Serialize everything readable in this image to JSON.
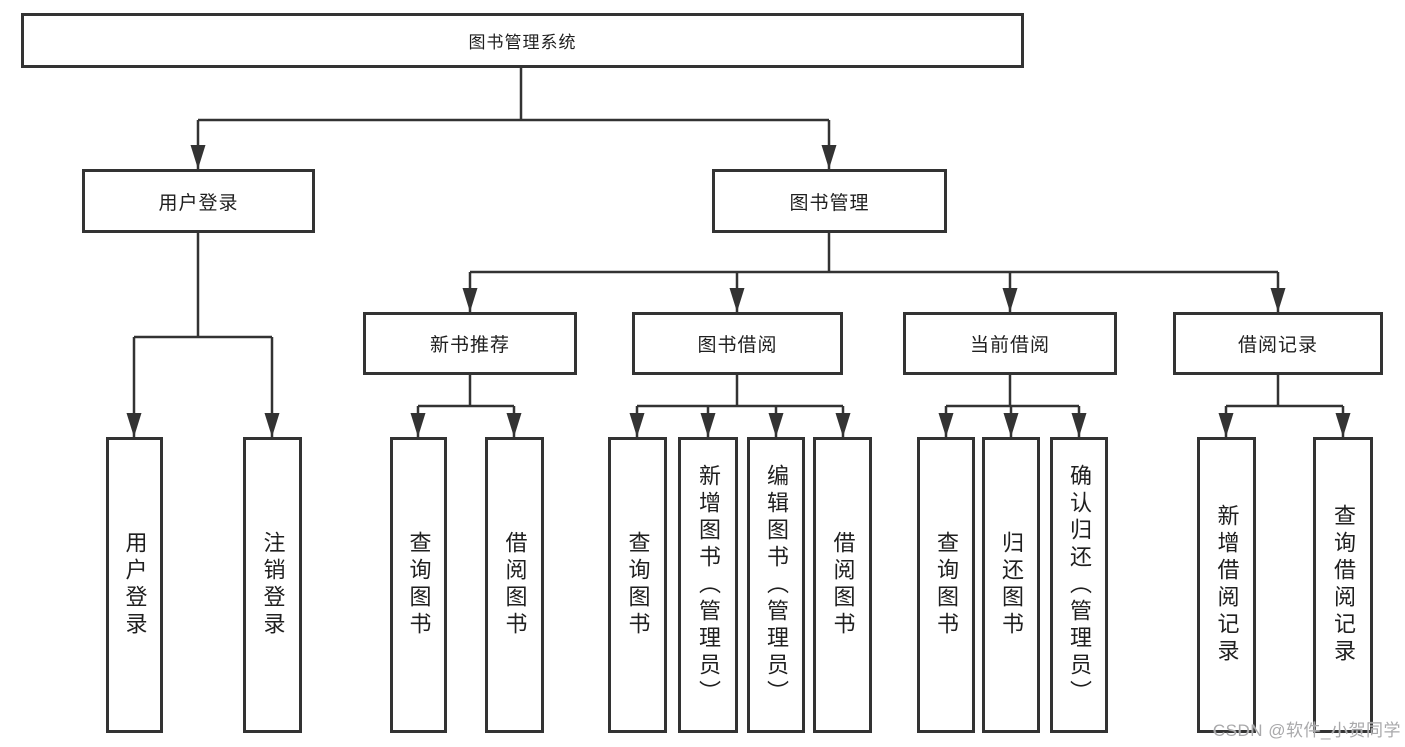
{
  "diagram": {
    "title": "图书管理系统",
    "root": {
      "label": "图书管理系统"
    },
    "level2": [
      {
        "label": "用户登录"
      },
      {
        "label": "图书管理"
      }
    ],
    "level3": [
      {
        "label": "新书推荐"
      },
      {
        "label": "图书借阅"
      },
      {
        "label": "当前借阅"
      },
      {
        "label": "借阅记录"
      }
    ],
    "leaves": [
      {
        "label": "用户登录"
      },
      {
        "label": "注销登录"
      },
      {
        "label": "查询图书"
      },
      {
        "label": "借阅图书"
      },
      {
        "label": "查询图书"
      },
      {
        "label": "新增图书（管理员）"
      },
      {
        "label": "编辑图书（管理员）"
      },
      {
        "label": "借阅图书"
      },
      {
        "label": "查询图书"
      },
      {
        "label": "归还图书"
      },
      {
        "label": "确认归还（管理员）"
      },
      {
        "label": "新增借阅记录"
      },
      {
        "label": "查询借阅记录"
      }
    ]
  },
  "watermark": "CSDN @软件_小贺同学",
  "colors": {
    "line": "#333333",
    "box_border": "#333333",
    "text": "#1f1f1f",
    "watermark": "#a9a9ab",
    "background": "#ffffff"
  }
}
